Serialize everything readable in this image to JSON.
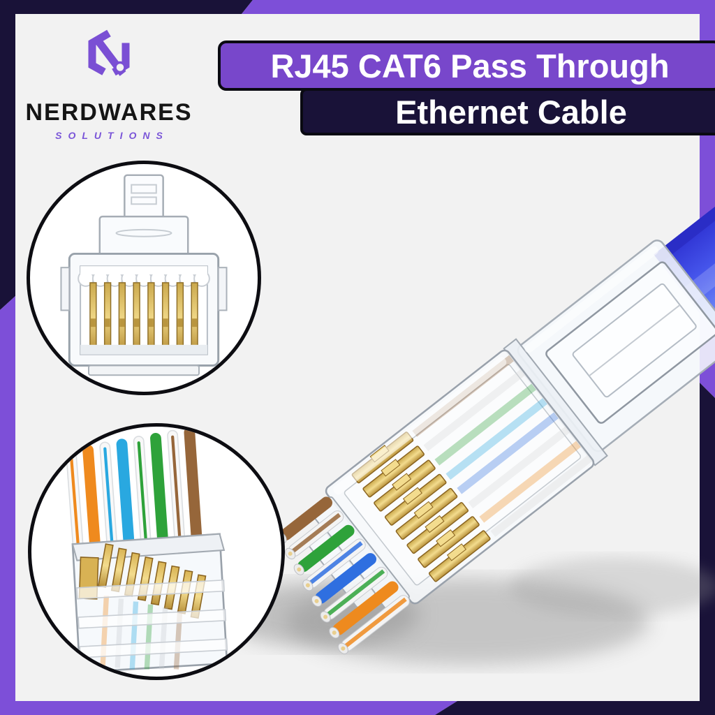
{
  "brand": {
    "name": "NERDWARES",
    "tagline": "SOLUTIONS",
    "logo_icon": "hexagon-n-logo",
    "logo_color": "#7a4fd4",
    "name_color": "#151515",
    "tagline_color": "#7a55d8"
  },
  "title": {
    "line1": "RJ45 CAT6 Pass Through",
    "line2": "Ethernet Cable",
    "line1_bg": "#7847cb",
    "line2_bg": "#191238",
    "text_color": "#ffffff",
    "border_color": "#0a0a12"
  },
  "frame": {
    "navy": "#191238",
    "purple": "#7d4fd8"
  },
  "background": "#f2f2f2",
  "insets": [
    {
      "id": "front-view",
      "content": "rj45-connector-front-with-8-gold-pins"
    },
    {
      "id": "pass-through-view",
      "content": "rj45-connector-with-wires-exiting-top",
      "wire_sequence_left_to_right": [
        "white-orange",
        "orange",
        "white-blue",
        "blue",
        "white-green",
        "green",
        "white-brown",
        "brown"
      ]
    }
  ],
  "product": {
    "content": "clear-rj45-cat6-plug-with-blue-cable",
    "cable_color_top": "#2c2fd0",
    "cable_color_bottom": "#8fb0f8",
    "pin_gold": "#e2bd62",
    "wire_sequence_top_to_bottom": [
      "brown",
      "white-brown",
      "green",
      "white-blue",
      "blue",
      "white-green",
      "orange",
      "white-orange"
    ],
    "wire_colors": {
      "brown": "#96663a",
      "green": "#2ea23a",
      "blue": "#2f6fe0",
      "cyan": "#29a8e0",
      "orange": "#ee8a1e",
      "white": "#f4f4f4"
    }
  }
}
